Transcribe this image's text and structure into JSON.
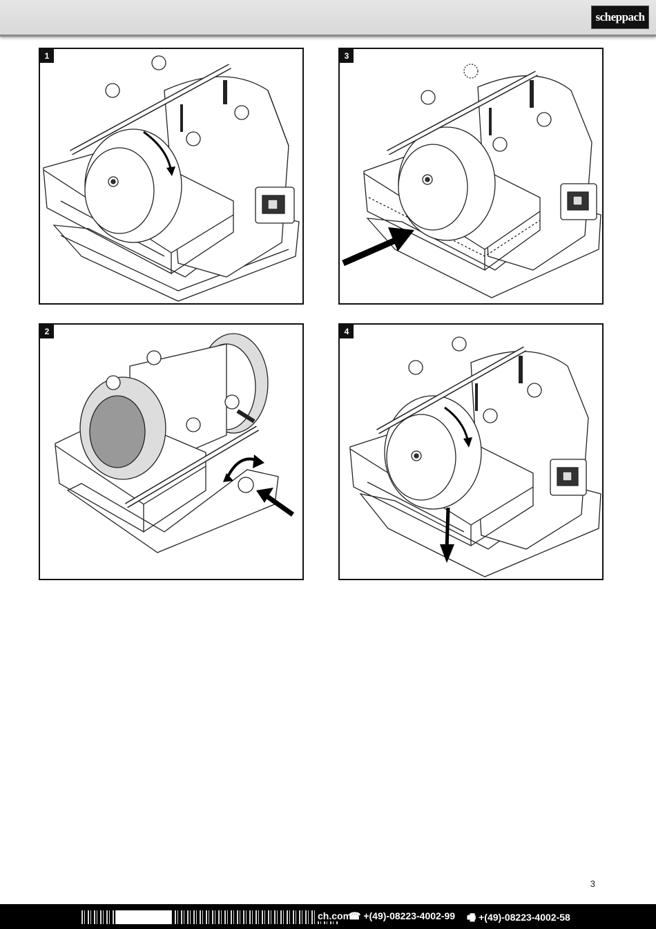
{
  "header": {
    "logo_text": "scheppach",
    "accent_color": "#000000"
  },
  "panels": [
    {
      "number": "1"
    },
    {
      "number": "2"
    },
    {
      "number": "3"
    },
    {
      "number": "4"
    }
  ],
  "page_number": "3",
  "footer": {
    "website": "ch.com",
    "phone_icon": "phone-icon",
    "phone": "☎ +(49)-08223-4002-99",
    "fax_icon": "fax-icon",
    "fax": "🖷 +(49)-08223-4002-58"
  }
}
